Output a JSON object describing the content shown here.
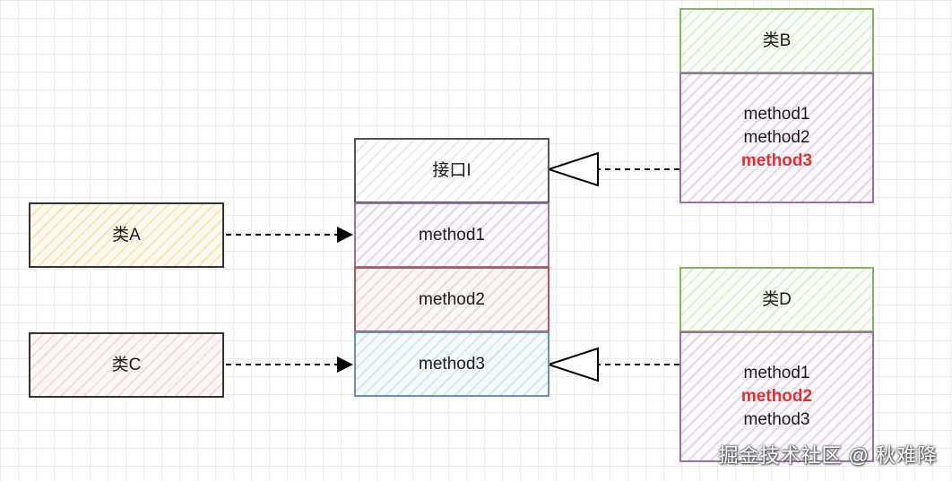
{
  "diagram": {
    "interface": {
      "title": "接口I",
      "methods": [
        "method1",
        "method2",
        "method3"
      ]
    },
    "class_a": {
      "name": "类A"
    },
    "class_c": {
      "name": "类C"
    },
    "class_b": {
      "name": "类B",
      "methods": [
        "method1",
        "method2",
        "method3"
      ],
      "highlighted": "method3"
    },
    "class_d": {
      "name": "类D",
      "methods": [
        "method1",
        "method2",
        "method3"
      ],
      "highlighted": "method2"
    },
    "colors": {
      "highlight": "#e03131",
      "green_border": "#82b366",
      "purple_border": "#9673a6",
      "red_border": "#b85450",
      "blue_border": "#6c8ebf"
    }
  },
  "watermark": "掘金技术社区 @ 秋难降"
}
